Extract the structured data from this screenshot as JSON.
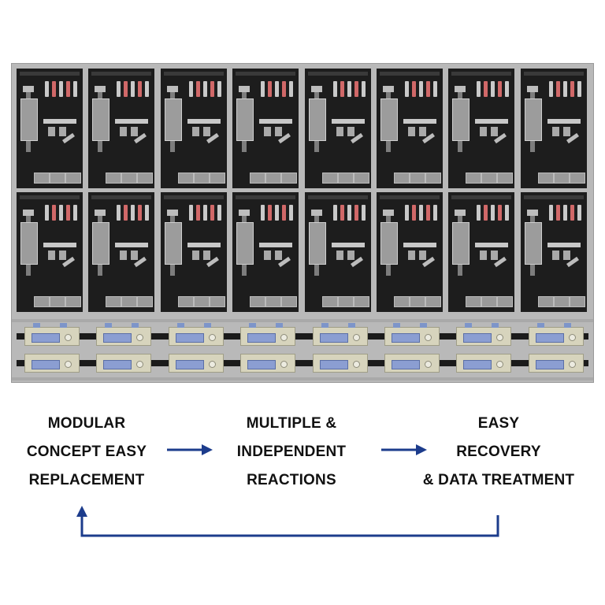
{
  "steps": [
    {
      "lines": [
        "MODULAR",
        "CONCEPT EASY",
        "REPLACEMENT"
      ]
    },
    {
      "lines": [
        "MULTIPLE &",
        "INDEPENDENT",
        "REACTIONS"
      ]
    },
    {
      "lines": [
        "EASY",
        "RECOVERY",
        "& DATA TREATMENT"
      ]
    }
  ],
  "rack": {
    "columns": 8,
    "panel_rows": 2,
    "tray_rows": 2
  },
  "colors": {
    "arrow": "#1c3c8c",
    "panel": "#1d1d1d",
    "frame": "#b9b9b9",
    "tray": "#d7d4bd",
    "tray_slot": "#8b9ed2",
    "led_red": "#d06868"
  },
  "icons": [
    "right-arrow-icon",
    "return-arrow-icon"
  ]
}
